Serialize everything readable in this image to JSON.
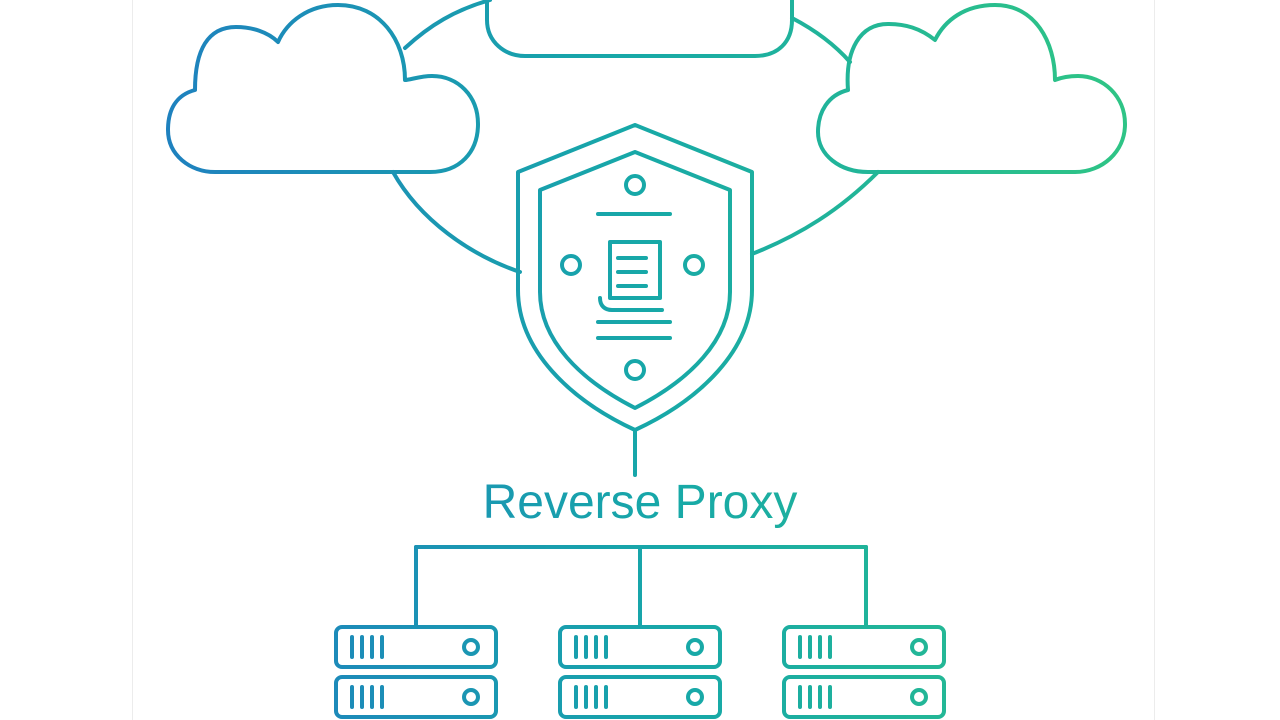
{
  "diagram": {
    "center_label": "Reverse Proxy",
    "nodes": {
      "clouds": [
        {
          "icon": "cloud-icon",
          "role": "left"
        },
        {
          "icon": "cloud-icon",
          "role": "top"
        },
        {
          "icon": "cloud-icon",
          "role": "right"
        }
      ],
      "proxy": {
        "icon": "shield-icon"
      },
      "servers": [
        {
          "icon": "server-rack-icon",
          "units": 2
        },
        {
          "icon": "server-rack-icon",
          "units": 2
        },
        {
          "icon": "server-rack-icon",
          "units": 2
        }
      ]
    },
    "colors": {
      "gradient_start": "#1f7fc0",
      "gradient_mid": "#17a8a8",
      "gradient_end": "#2ec486",
      "background": "#ffffff"
    }
  }
}
